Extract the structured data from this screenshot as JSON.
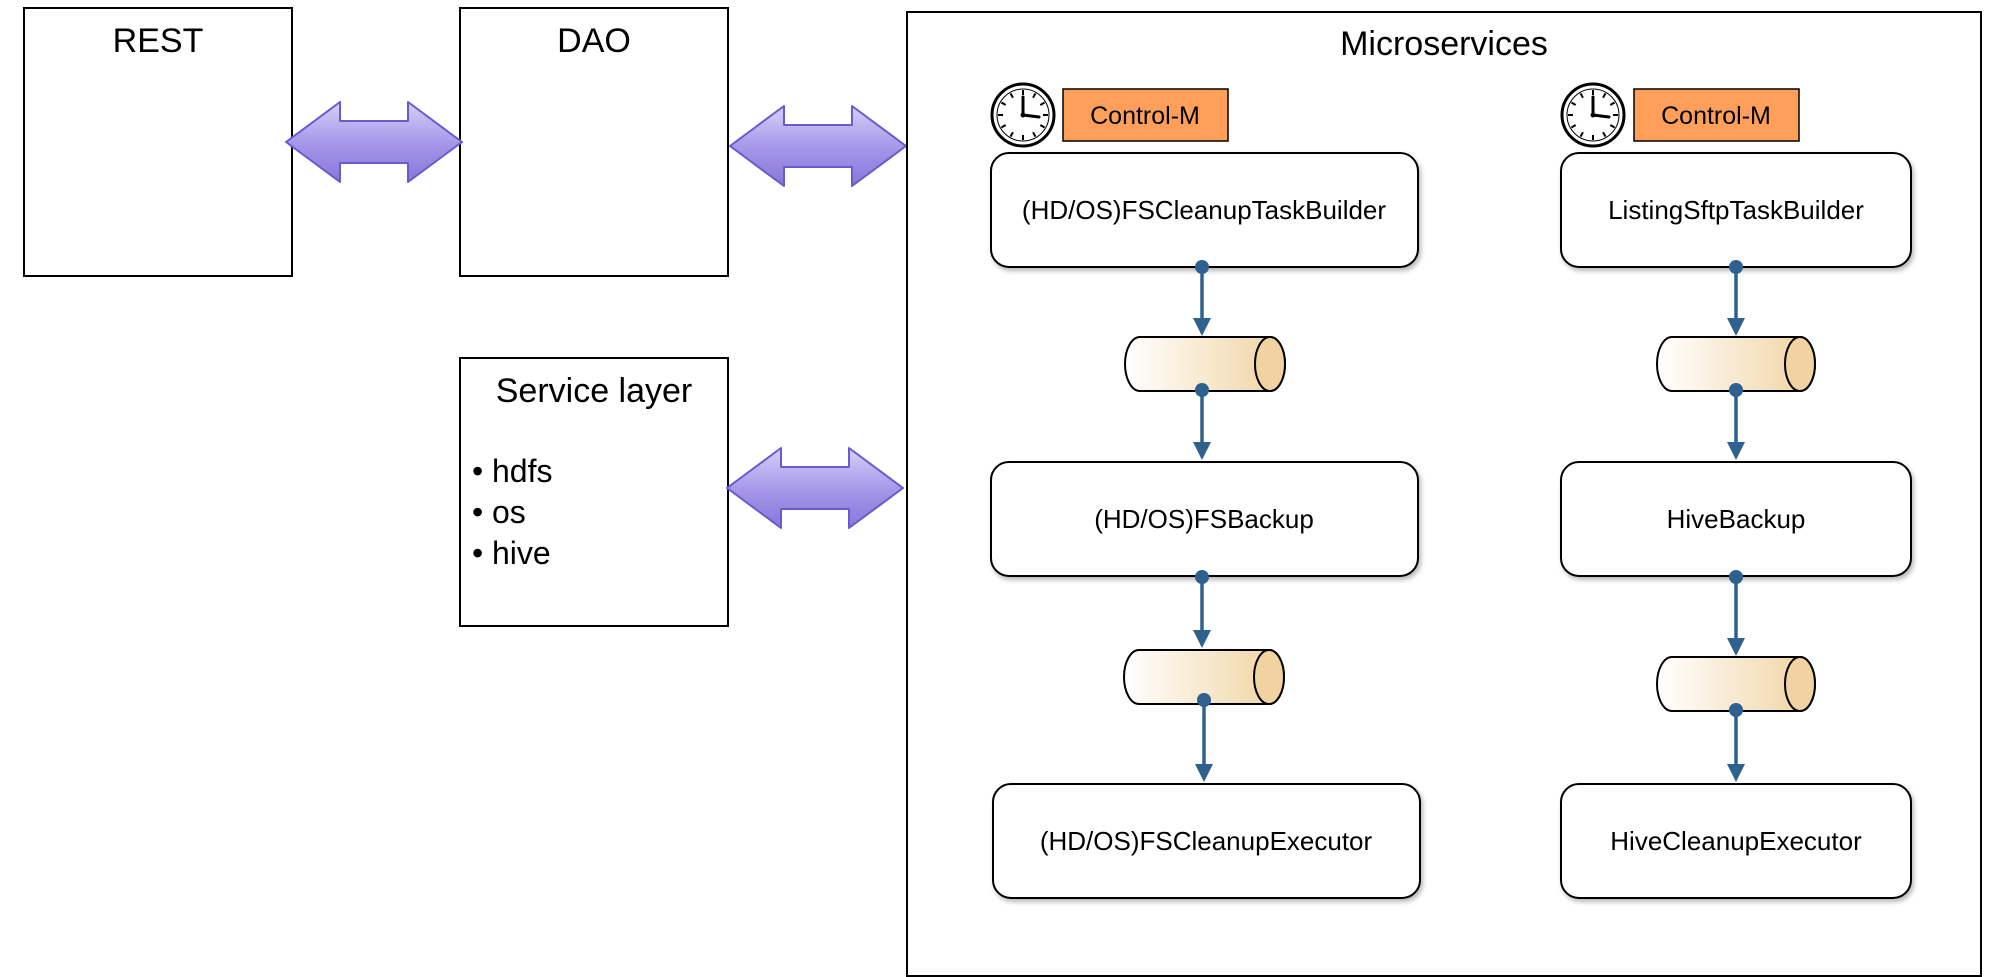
{
  "boxes": {
    "rest": {
      "title": "REST"
    },
    "dao": {
      "title": "DAO"
    },
    "service_layer": {
      "title": "Service layer",
      "items": [
        "hdfs",
        "os",
        "hive"
      ]
    }
  },
  "microservices": {
    "title": "Microservices",
    "pipelines": [
      {
        "scheduler_icon": "clock-icon",
        "scheduler_label": "Control-M",
        "stages": [
          "(HD/OS)FSCleanupTaskBuilder",
          "(HD/OS)FSBackup",
          "(HD/OS)FSCleanupExecutor"
        ]
      },
      {
        "scheduler_icon": "clock-icon",
        "scheduler_label": "Control-M",
        "stages": [
          "ListingSftpTaskBuilder",
          "HiveBackup",
          "HiveCleanupExecutor"
        ]
      }
    ]
  },
  "colors": {
    "arrow_fill": "#9d8fe3",
    "arrow_stroke": "#6a5acd",
    "control_m_fill": "#ff9f5a",
    "connector": "#2e6190",
    "queue_fill": "#f0d3a0"
  }
}
